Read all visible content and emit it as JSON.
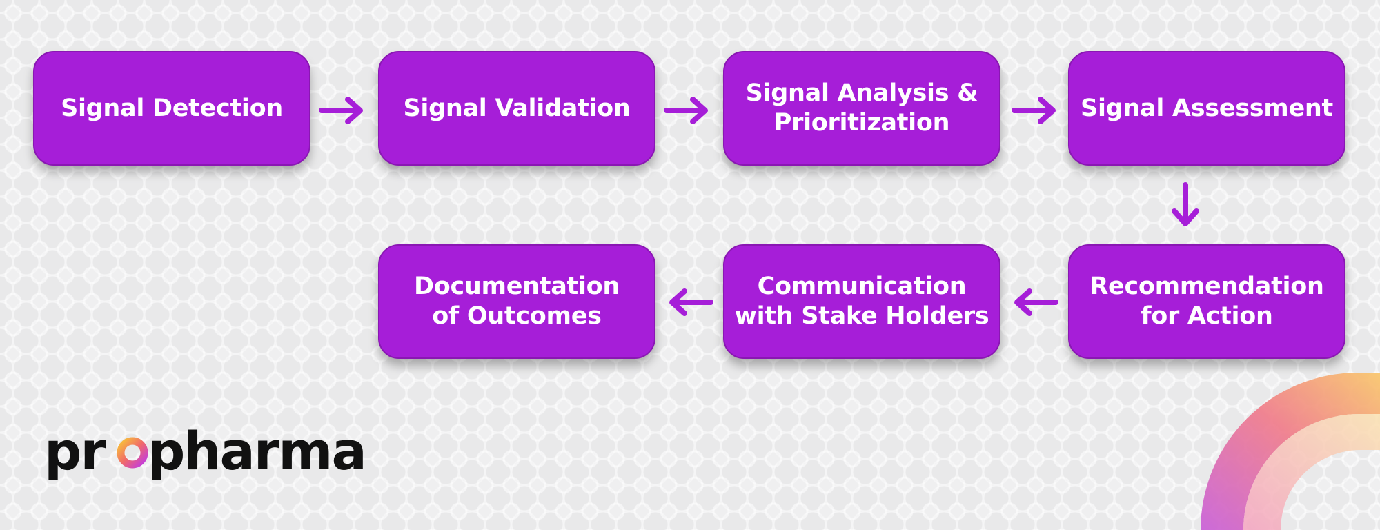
{
  "diagram": {
    "steps": [
      {
        "label": "Signal Detection"
      },
      {
        "label": "Signal Validation"
      },
      {
        "label": "Signal Analysis &\nPrioritization"
      },
      {
        "label": "Signal Assessment"
      },
      {
        "label": "Recommendation\nfor Action"
      },
      {
        "label": "Communication\nwith Stake Holders"
      },
      {
        "label": "Documentation\nof Outcomes"
      }
    ]
  },
  "brand": {
    "logo_text": "propharma",
    "colors": {
      "box_fill": "#a61ed8",
      "arrow": "#a61ed8",
      "logo_text": "#111111",
      "logo_gradient": [
        "#f8c03a",
        "#f06a6a",
        "#c23be0"
      ]
    }
  },
  "icons": {
    "arrow": "arrow-icon",
    "corner_decoration": "gradient-arc-decoration"
  }
}
